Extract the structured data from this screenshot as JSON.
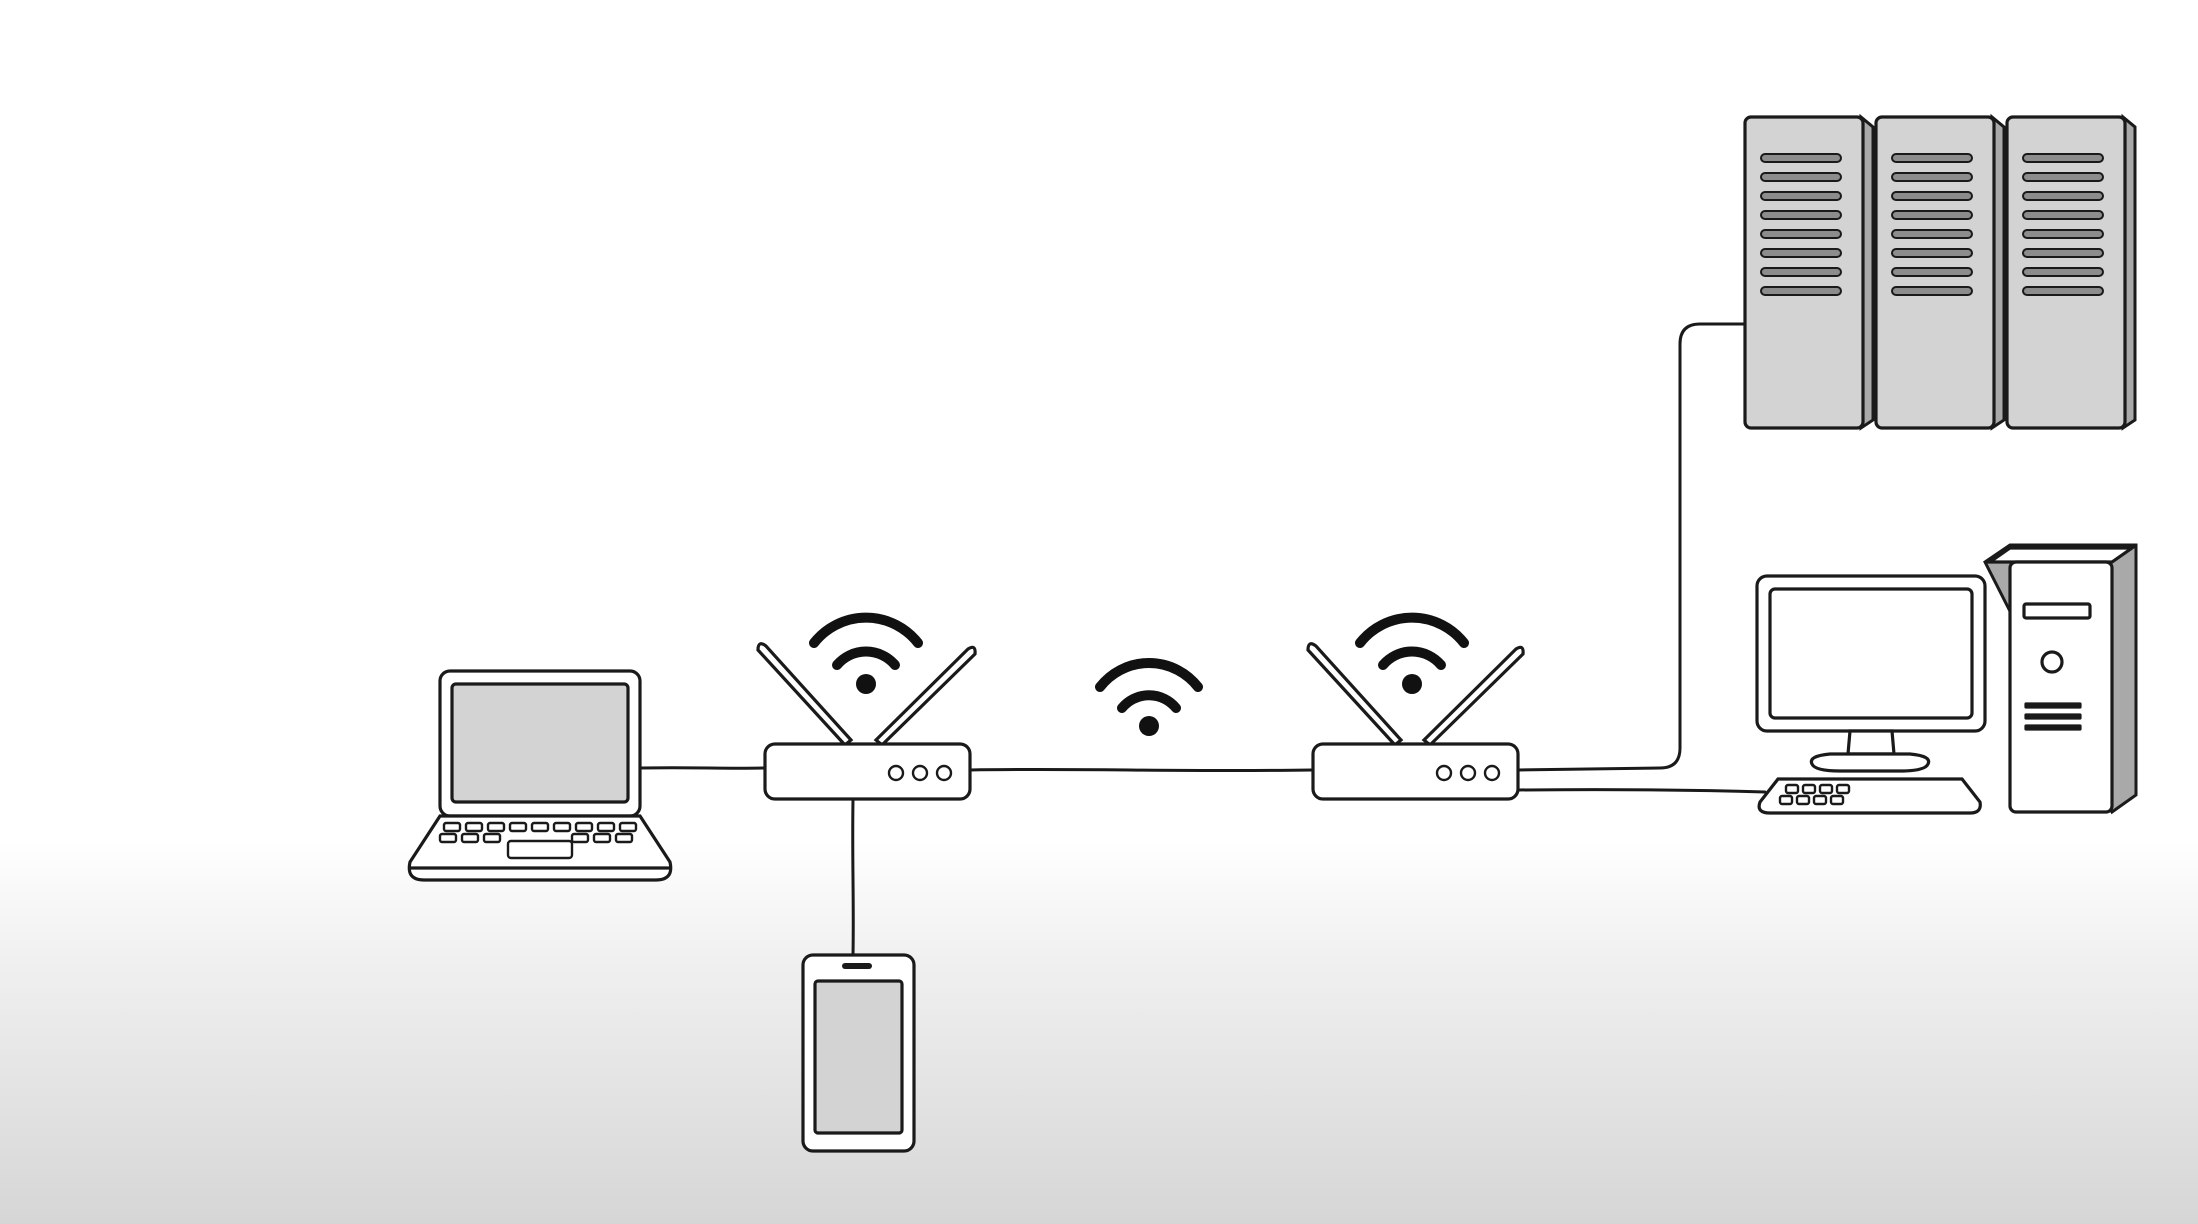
{
  "palette": {
    "background": "#ffffff",
    "background_gradient_bottom": "#d6d6d6",
    "line": "#1a1a1a",
    "screen_fill": "#d3d3d3",
    "server_side": "#a9a9a9"
  },
  "nodes": [
    {
      "id": "laptop",
      "icon": "laptop-icon"
    },
    {
      "id": "router-1",
      "icon": "router-icon"
    },
    {
      "id": "router-2",
      "icon": "router-icon"
    },
    {
      "id": "smartphone",
      "icon": "smartphone-icon"
    },
    {
      "id": "server-rack",
      "icon": "server-rack-icon"
    },
    {
      "id": "desktop-pc",
      "icon": "desktop-computer-icon"
    }
  ],
  "wireless_links": [
    {
      "id": "router-1-signal",
      "icon": "wifi-icon"
    },
    {
      "id": "wireless-link-signal",
      "icon": "wifi-icon"
    },
    {
      "id": "router-2-signal",
      "icon": "wifi-icon"
    }
  ],
  "edges": [
    {
      "from": "laptop",
      "to": "router-1",
      "kind": "cable"
    },
    {
      "from": "router-1",
      "to": "smartphone",
      "kind": "cable"
    },
    {
      "from": "router-1",
      "to": "router-2",
      "kind": "cable"
    },
    {
      "from": "router-2",
      "to": "server-rack",
      "kind": "cable"
    },
    {
      "from": "router-2",
      "to": "desktop-pc",
      "kind": "cable"
    }
  ]
}
